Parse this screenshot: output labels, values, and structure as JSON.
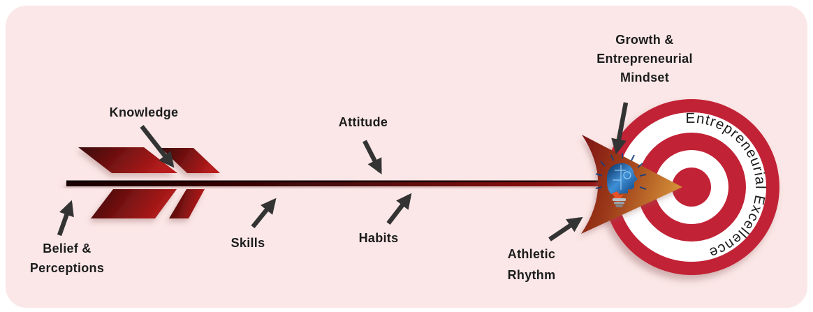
{
  "scene": {
    "background_color": "#FBE7E7",
    "page_color": "#FFFFFF"
  },
  "labels": {
    "belief_perceptions": {
      "line1": "Belief &",
      "line2": "Perceptions"
    },
    "knowledge": {
      "text": "Knowledge"
    },
    "skills": {
      "text": "Skills"
    },
    "attitude": {
      "text": "Attitude"
    },
    "habits": {
      "text": "Habits"
    },
    "athletic_rhythm": {
      "line1": "Athletic",
      "line2": "Rhythm"
    },
    "growth_mindset": {
      "line1": "Growth &",
      "line2": "Entrepreneurial",
      "line3": "Mindset"
    }
  },
  "target": {
    "curved_text": "Entrepreneurial Excellence",
    "ring_red": "#C22035",
    "ring_white": "#FFFFFF",
    "text_color": "#1A1A1A"
  },
  "arrow": {
    "fletching_dark": "#3A0808",
    "fletching_bright": "#B81C1C",
    "shaft_dark": "#190202",
    "shaft_mid": "#4A0808",
    "shaft_bright": "#9E1414",
    "arrowhead_dark": "#7C1212",
    "arrowhead_mid": "#9C3A1A",
    "arrowhead_orange": "#D08A35"
  },
  "callouts": {
    "arrow_color": "#333333"
  },
  "icons": {
    "digital_mind": {
      "blue_dark": "#0A2A5A",
      "blue_mid": "#3E8FD6",
      "blue_deep": "#0B3C7A",
      "circuit_light": "#A8D8F8",
      "spark_orange": "#E8512A",
      "base_gray": "#B9C2C8"
    }
  }
}
